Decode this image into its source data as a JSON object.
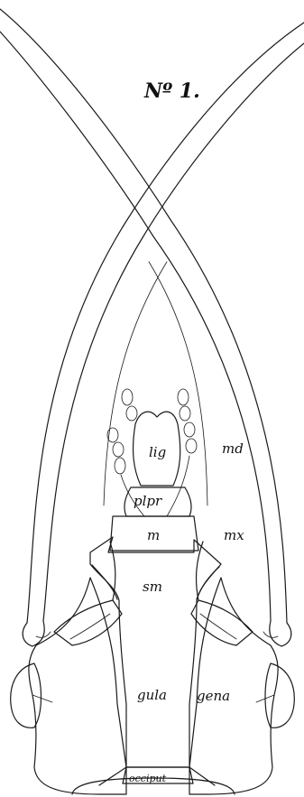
{
  "plate": {
    "title": "Nº 1."
  },
  "labels": {
    "lig": "lig",
    "md": "md",
    "plpr": "plpr",
    "m": "m",
    "mx": "mx",
    "sm": "sm",
    "gula": "gula",
    "gena": "gena",
    "occiput": "occiput"
  },
  "colors": {
    "ink": "#1a1a1a",
    "paper": "#ffffff"
  }
}
